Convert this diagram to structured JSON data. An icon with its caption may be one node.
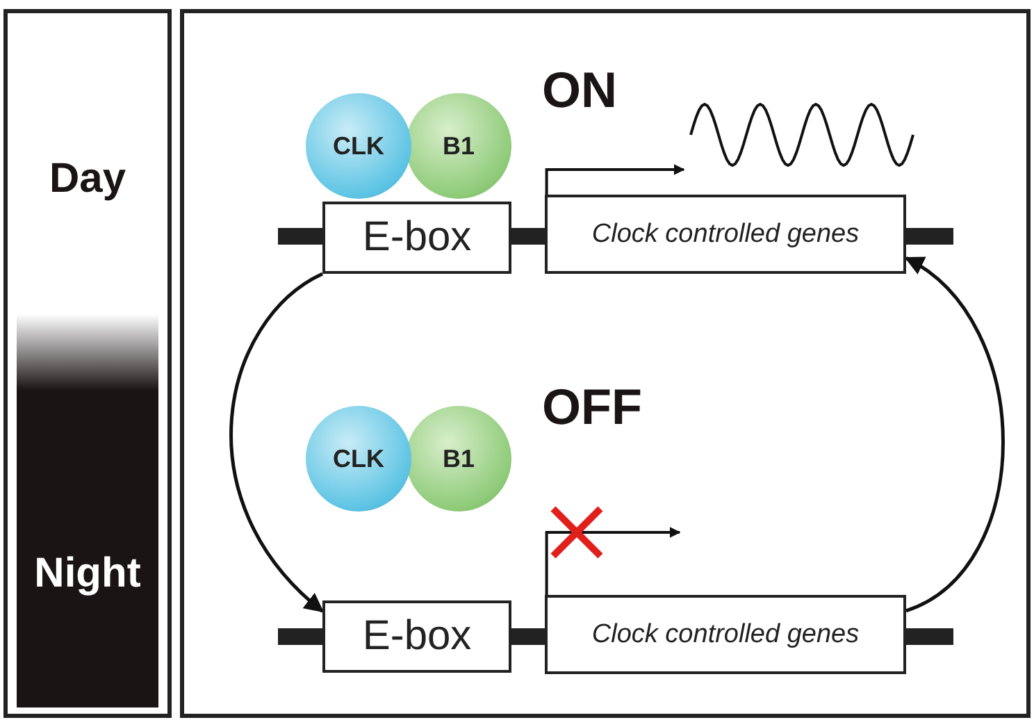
{
  "diagram": {
    "nodes": [
      {
        "text": [
          "Day"
        ]
      },
      {
        "text": [
          "Night"
        ]
      },
      {
        "text": [
          "CLK"
        ]
      },
      {
        "text": [
          "B1"
        ]
      },
      {
        "text": [
          "E-box"
        ]
      },
      {
        "text": [
          "Clock controlled genes"
        ]
      },
      {
        "text": [],
        "shape": "picture"
      },
      {
        "text": [
          "CLK"
        ]
      },
      {
        "text": [
          "B1"
        ]
      },
      {
        "text": [
          "E-box"
        ]
      },
      {
        "text": [
          "Clock controlled genes"
        ]
      }
    ],
    "edges": [
      {
        "from": 5,
        "to": 6,
        "arrow": "to"
      },
      {
        "from": 4,
        "to": 9,
        "arrow": "to"
      },
      {
        "from": 10,
        "to": null,
        "arrow": "to"
      },
      {
        "from": 10,
        "to": 5,
        "arrow": "to"
      }
    ],
    "labels": [
      "ON",
      "OFF"
    ]
  }
}
